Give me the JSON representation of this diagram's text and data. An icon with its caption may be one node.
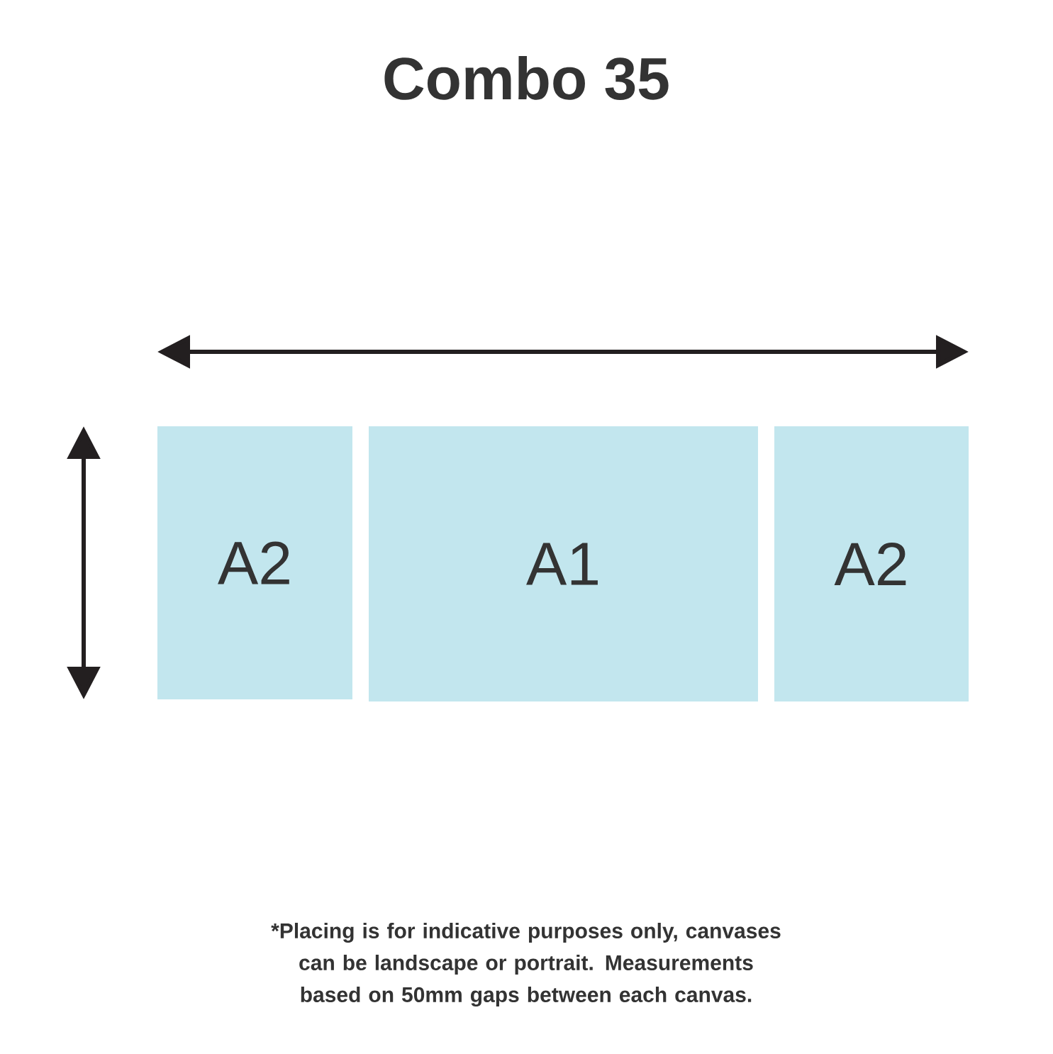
{
  "diagram": {
    "title": "Combo 35",
    "nodes": [
      {
        "text": [
          "A2"
        ]
      },
      {
        "text": [
          "A1"
        ]
      },
      {
        "text": [
          "A2"
        ]
      }
    ],
    "caption": "*Placing is for indicative purposes only, canvases can be landscape or portrait. Measurements based on 50mm gaps between each canvas."
  }
}
